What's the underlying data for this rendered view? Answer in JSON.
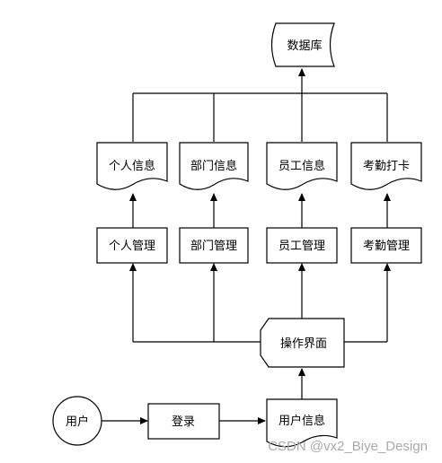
{
  "nodes": {
    "database": "数据库",
    "doc_personal_info": "个人信息",
    "doc_department_info": "部门信息",
    "doc_employee_info": "员工信息",
    "doc_attendance_punch": "考勤打卡",
    "proc_personal_mgmt": "个人管理",
    "proc_department_mgmt": "部门管理",
    "proc_employee_mgmt": "员工管理",
    "proc_attendance_mgmt": "考勤管理",
    "display_operation_ui": "操作界面",
    "user": "用户",
    "proc_login": "登录",
    "doc_user_info": "用户信息"
  },
  "watermark": "CSDN @vx2_Biye_Design",
  "colors": {
    "stroke": "#000000",
    "background": "#ffffff",
    "watermark": "#aaaaaa"
  }
}
